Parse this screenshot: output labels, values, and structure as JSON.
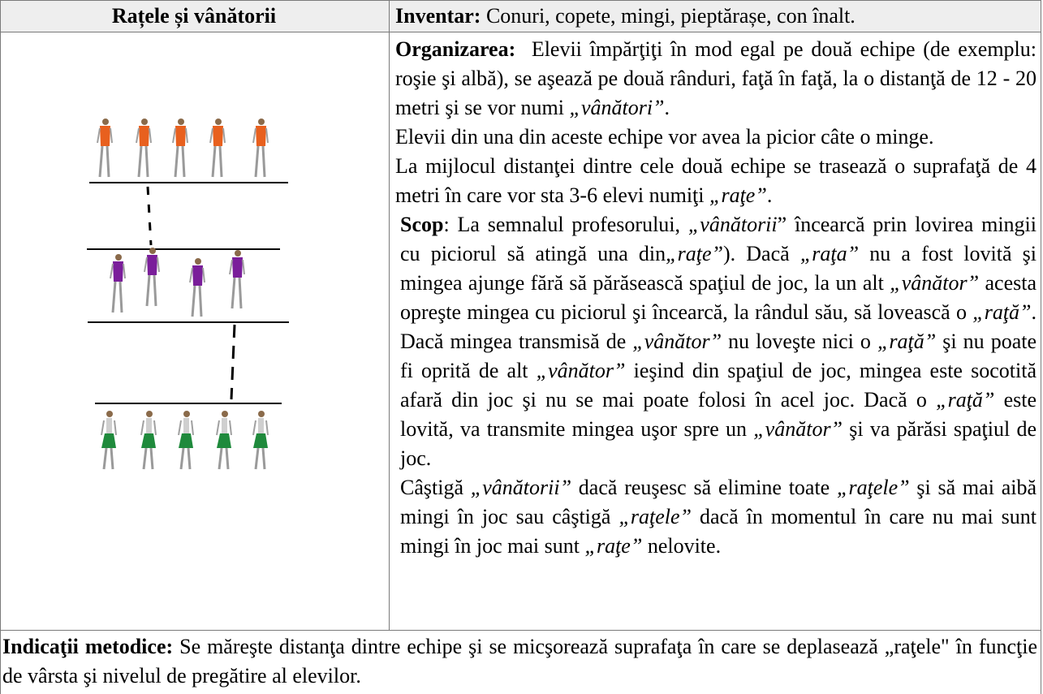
{
  "table": {
    "title": "Rațele și vânătorii",
    "inventory_label": "Inventar:",
    "inventory_text": "Conuri, copete, mingi, pieptărașe, con înalt.",
    "organization_label": "Organizarea:",
    "organization_p1_a": "Elevii împărţiţi în mod egal pe două echipe (de exemplu: roşie şi albă), se aşează pe două rânduri, faţă în faţă, la o distanţă de 12 - 20 metri şi se vor numi ",
    "organization_p1_em": "„vânători”",
    "organization_p1_end": ".",
    "organization_p2": "Elevii din una din aceste echipe vor avea la picior câte o minge.",
    "organization_p3_a": "La mijlocul distanţei dintre cele două echipe se trasează o suprafaţă de 4 metri în care vor sta 3-6 elevi numiţi ",
    "organization_p3_em": "„raţe”",
    "organization_p3_end": ".",
    "goal_label": "Scop",
    "goal_s1": ": La semnalul profesorului, ",
    "goal_s2": "„vânătorii",
    "goal_s3": "” încearcă prin lovirea mingii cu piciorul să atingă una din",
    "goal_s4": "„raţe”",
    "goal_s5": "). Dacă ",
    "goal_s6": "„raţa”",
    "goal_s7": " nu a fost lovită şi mingea ajunge fără să părăsească spaţiul de joc, la un alt ",
    "goal_s8": "„vânător”",
    "goal_s9": " acesta opreşte mingea cu piciorul şi încearcă, la rândul său, să lovească o ",
    "goal_s10": "„raţă”",
    "goal_s11": ". Dacă mingea transmisă de ",
    "goal_s12": "„vânător”",
    "goal_s13": " nu loveşte nici o ",
    "goal_s14": "„raţă”",
    "goal_s15": " şi nu poate fi oprită de alt ",
    "goal_s16": "„vânător”",
    "goal_s17": " ieşind din spaţiul de joc, mingea este socotită afară din joc şi nu se mai poate folosi în acel joc. Dacă o ",
    "goal_s18": "„raţă”",
    "goal_s19": " este lovită, va transmite mingea uşor spre un ",
    "goal_s20": "„vânător”",
    "goal_s21": " şi va părăsi spaţiul de joc.",
    "win_s1": "Câştigă ",
    "win_s2": "„vânătorii”",
    "win_s3": " dacă reuşesc să elimine toate ",
    "win_s4": "„raţele”",
    "win_s5": " şi să mai aibă mingi în joc sau câştigă ",
    "win_s6": "„raţele”",
    "win_s7": " dacă în momentul în care nu mai sunt mingi în joc mai sunt ",
    "win_s8": "„raţe”",
    "win_s9": " nelovite.",
    "method_label": "Indicaţii metodice:",
    "method_text": " Se măreşte distanţa dintre echipe şi se micşorează suprafaţa în care se deplasează „raţele\" în funcţie de vârsta şi nivelul de pregătire al elevilor."
  },
  "diagram": {
    "hunters_top_color": "#e8601e",
    "ducks_color": "#7a1e9a",
    "hunters_bottom_color": "#1f8a3c",
    "hunters_top_count": 5,
    "ducks_count": 4,
    "hunters_bottom_count": 5
  },
  "colors": {
    "border": "#7a7a7a",
    "header_bg": "#eeeeee",
    "text": "#000000"
  }
}
